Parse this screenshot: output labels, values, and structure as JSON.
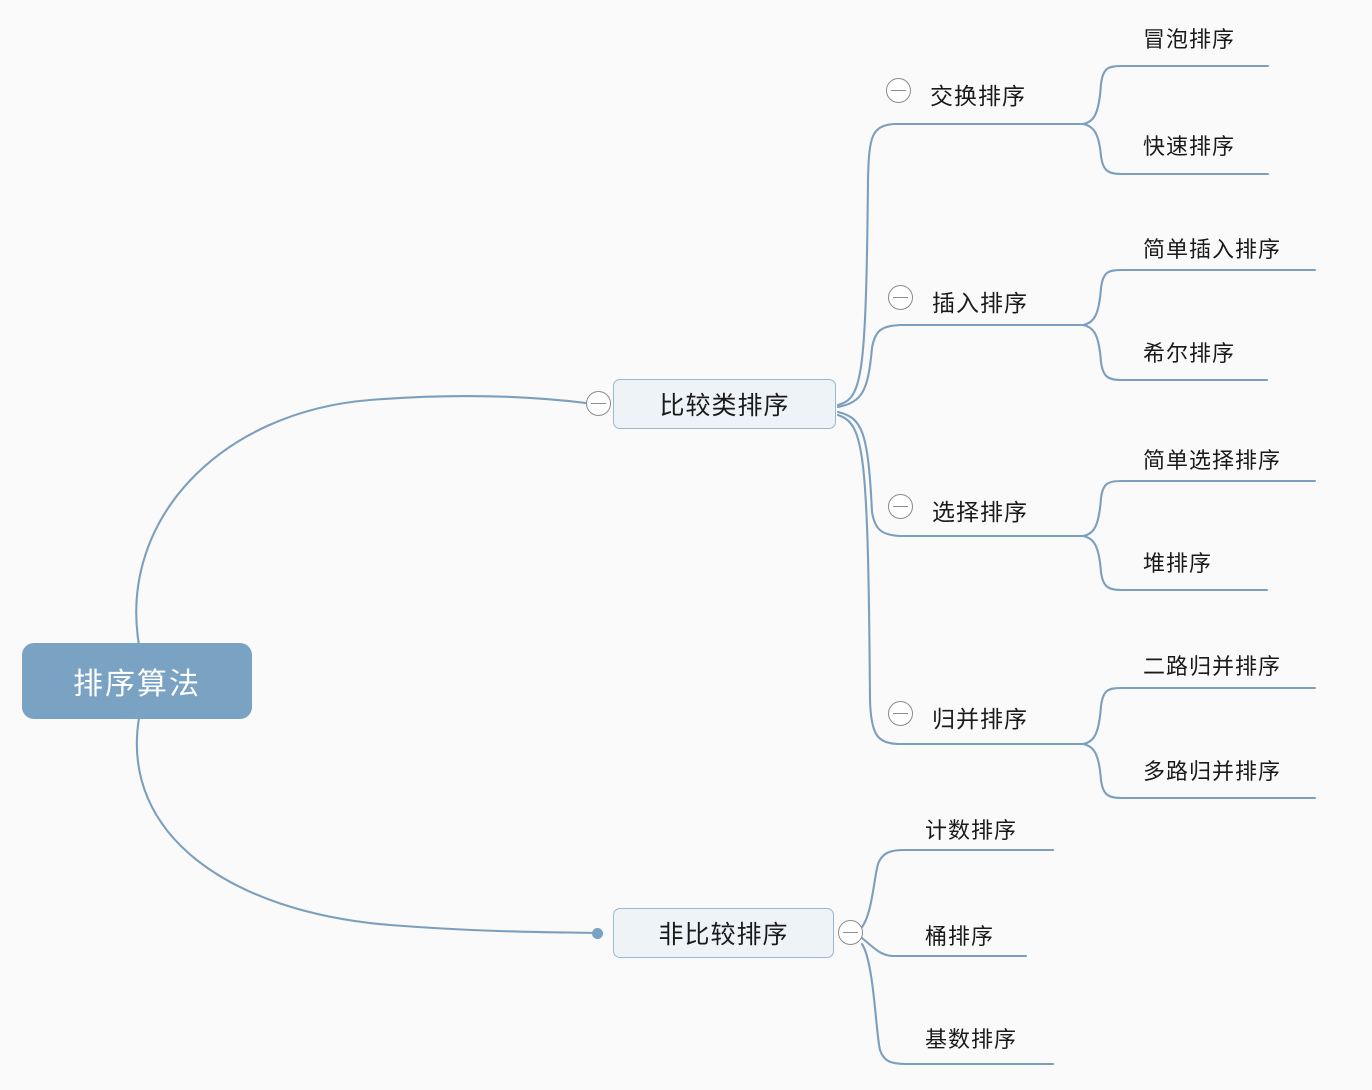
{
  "diagram": {
    "type": "mindmap",
    "title": "排序算法",
    "background_color": "#fafafa",
    "root_color": "#7aa2c3",
    "edge_color": "#7c9fbd",
    "node_fill": "#eef3f8",
    "node_border": "#9ab8d0",
    "toggle_color": "#8c8c8c"
  },
  "root": {
    "label": "排序算法"
  },
  "branches": [
    {
      "label": "比较类排序",
      "toggle": "collapse-minus-icon",
      "children": [
        {
          "label": "交换排序",
          "toggle": "collapse-minus-icon",
          "leaves": [
            {
              "label": "冒泡排序"
            },
            {
              "label": "快速排序"
            }
          ]
        },
        {
          "label": "插入排序",
          "toggle": "collapse-minus-icon",
          "leaves": [
            {
              "label": "简单插入排序"
            },
            {
              "label": "希尔排序"
            }
          ]
        },
        {
          "label": "选择排序",
          "toggle": "collapse-minus-icon",
          "leaves": [
            {
              "label": "简单选择排序"
            },
            {
              "label": "堆排序"
            }
          ]
        },
        {
          "label": "归并排序",
          "toggle": "collapse-minus-icon",
          "leaves": [
            {
              "label": "二路归并排序"
            },
            {
              "label": "多路归并排序"
            }
          ]
        }
      ]
    },
    {
      "label": "非比较排序",
      "toggle": "collapse-minus-icon",
      "children": [],
      "leaves": [
        {
          "label": "计数排序"
        },
        {
          "label": "桶排序"
        },
        {
          "label": "基数排序"
        }
      ]
    }
  ]
}
